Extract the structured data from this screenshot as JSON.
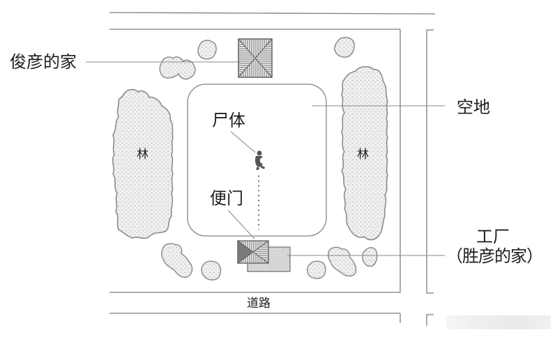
{
  "diagram": {
    "type": "site map / crime scene plan",
    "labels": {
      "junyan_house": "俊彦的家",
      "corpse": "尸体",
      "open_ground": "空地",
      "forest_left": "林",
      "forest_right": "林",
      "side_door": "便门",
      "factory_line1": "工厂",
      "factory_line2": "（胜彦的家）",
      "road": "道路"
    },
    "colors": {
      "line": "#8a8a8a",
      "text": "#1e1e1e",
      "tree_fill": "#ededed",
      "tree_stroke": "#8c8c8c",
      "house_hatch": "#6f6f6f",
      "factory_fill": "#dcdcdc"
    }
  }
}
